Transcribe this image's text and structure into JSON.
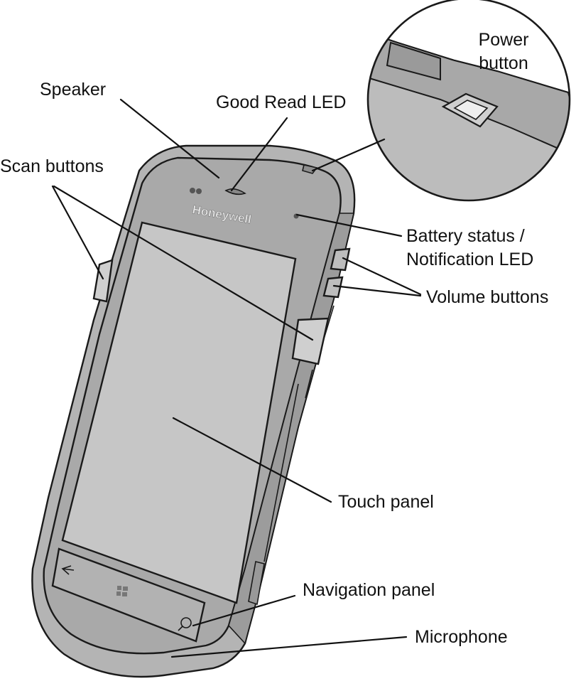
{
  "brand": "Honeywell",
  "colors": {
    "body_gray": "#b9b9b9",
    "bezel_gray": "#a8a8a8",
    "screen_gray": "#c7c7c7",
    "outline": "#1a1a1a"
  },
  "icons": {
    "nav_back": "back-arrow-icon",
    "nav_home": "windows-logo-icon",
    "nav_search": "search-icon"
  },
  "labels": {
    "speaker": "Speaker",
    "good_read_led": "Good Read LED",
    "scan_buttons": "Scan buttons",
    "power_button_line1": "Power",
    "power_button_line2": "button",
    "battery_line1": "Battery status /",
    "battery_line2": "Notification LED",
    "volume_buttons": "Volume buttons",
    "touch_panel": "Touch panel",
    "navigation_panel": "Navigation panel",
    "microphone": "Microphone"
  }
}
